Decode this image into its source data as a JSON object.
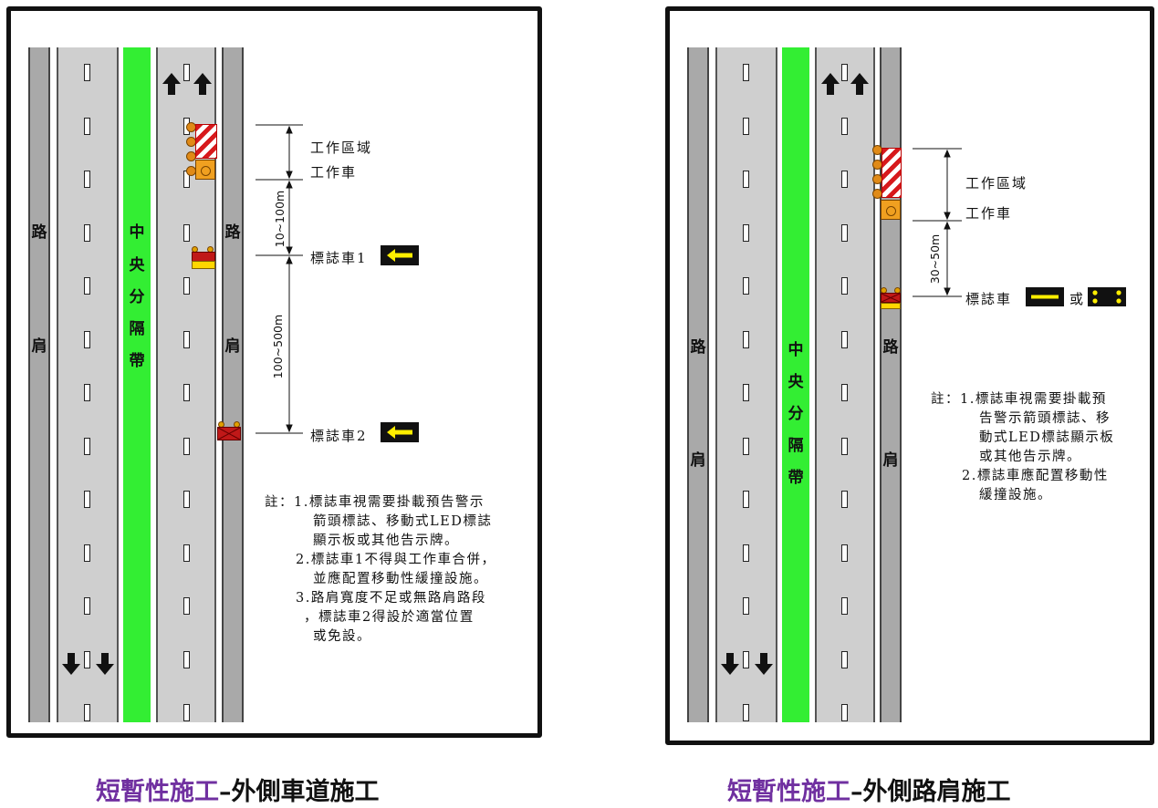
{
  "left": {
    "shoulder_label_left": [
      "路",
      "肩"
    ],
    "shoulder_label_right": [
      "路",
      "肩"
    ],
    "median_label": [
      "中",
      "央",
      "分",
      "隔",
      "帶"
    ],
    "labels": {
      "work_zone": "工作區域",
      "work_vehicle": "工作車",
      "marker1": "標誌車1",
      "marker2": "標誌車2"
    },
    "distances": {
      "d1": "10~100m",
      "d2": "100~500m"
    },
    "notes": [
      "註：1.標誌車視需要掛載預告警示",
      "箭頭標誌、移動式LED標誌",
      "顯示板或其他告示牌。",
      "2.標誌車1不得與工作車合併，",
      "並應配置移動性緩撞設施。",
      "3.路肩寬度不足或無路肩路段",
      "，標誌車2得設於適當位置",
      "或免設。"
    ],
    "caption_a": "短暫性施工",
    "caption_b": "–外側車道施工"
  },
  "right": {
    "shoulder_label_left": [
      "路",
      "肩"
    ],
    "shoulder_label_right": [
      "路",
      "肩"
    ],
    "median_label": [
      "中",
      "央",
      "分",
      "隔",
      "帶"
    ],
    "labels": {
      "work_zone": "工作區域",
      "work_vehicle": "工作車",
      "marker": "標誌車",
      "or": "或"
    },
    "distances": {
      "d1": "30~50m"
    },
    "notes": [
      "註：1.標誌車視需要掛載預",
      "告警示箭頭標誌、移",
      "動式LED標誌顯示板",
      "或其他告示牌。",
      "2.標誌車應配置移動性",
      "緩撞設施。"
    ],
    "caption_a": "短暫性施工",
    "caption_b": "–外側路肩施工"
  },
  "colors": {
    "median": "#33ee33",
    "lane": "#cfcfcf",
    "shoulder": "#a9a9a9",
    "arrow_sign": "#ffee00",
    "caption_accent": "#7030a0"
  },
  "icons": {
    "arrow_sign": "left-arrow-sign-icon",
    "bar_sign": "horizontal-bar-sign-icon",
    "dots_sign": "four-dot-sign-icon",
    "direction": "direction-arrow-icon"
  }
}
